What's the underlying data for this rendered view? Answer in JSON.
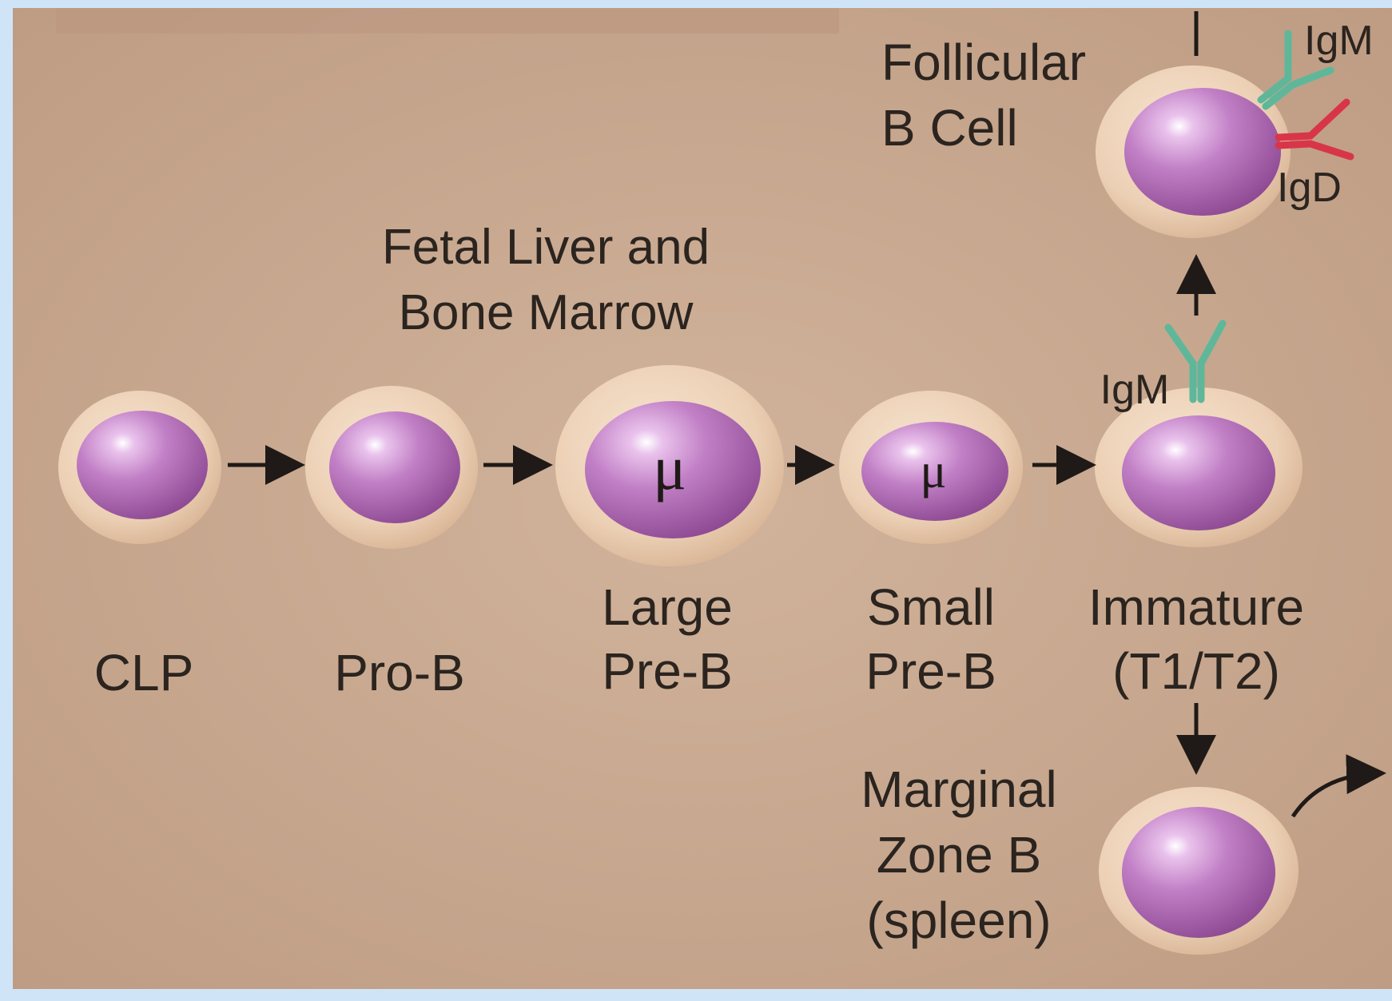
{
  "region_label": {
    "line1": "Fetal Liver and",
    "line2": "Bone Marrow"
  },
  "stages": {
    "clp": {
      "line1": "CLP"
    },
    "pro_b": {
      "line1": "Pro-B"
    },
    "large_pre_b": {
      "line1": "Large",
      "line2": "Pre-B",
      "nucleus_symbol": "μ"
    },
    "small_pre_b": {
      "line1": "Small",
      "line2": "Pre-B",
      "nucleus_symbol": "μ"
    },
    "immature": {
      "line1": "Immature",
      "line2": "(T1/T2)",
      "receptor_label": "IgM"
    },
    "follicular": {
      "line1": "Follicular",
      "line2": "B Cell",
      "receptor_top_label": "IgM",
      "receptor_side_label": "IgD"
    },
    "marginal_zone": {
      "line1": "Marginal",
      "line2": "Zone B",
      "line3": "(spleen)"
    }
  },
  "colors": {
    "background": "#c8a88e",
    "cytoplasm": "#ecd0b5",
    "nucleus": "#b06ab4",
    "igm_receptor": "#5fb79a",
    "igd_receptor": "#d93548",
    "frame": "#cfe5f7"
  }
}
